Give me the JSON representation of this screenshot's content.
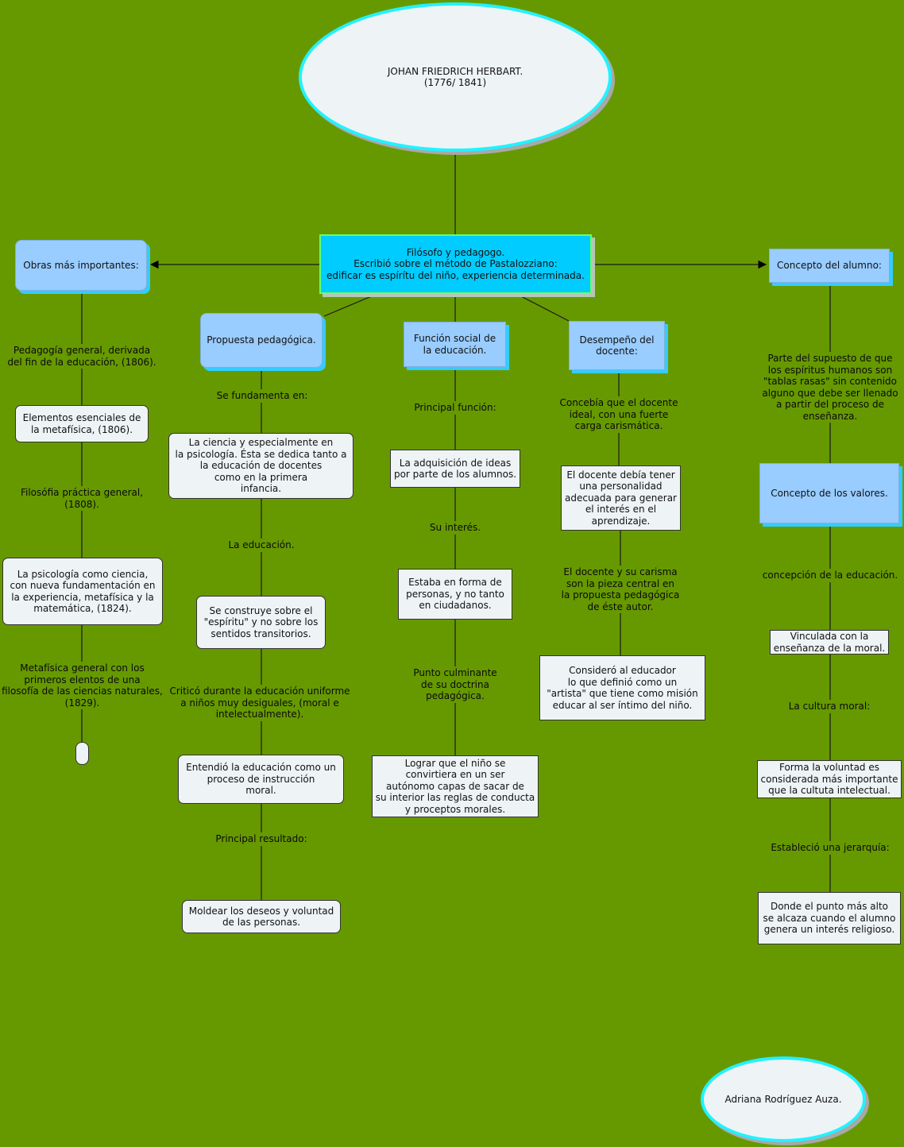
{
  "title": {
    "name": "JOHAN FRIEDRICH HERBART.",
    "years": "(1776/ 1841)"
  },
  "center": "Filósofo y pedagogo.\nEscribió sobre el método de Pastalozziano:\nedificar es espírítu del niño, experiencia determinada.",
  "author": "Adriana Rodríguez Auza.",
  "obras": {
    "header": "Obras más importantes:",
    "label1": "Pedagogía general, derivada\ndel fin de la educación, (1806).",
    "box1": "Elementos esenciales de\nla metafísica, (1806).",
    "label2": "Filosófia práctica general,\n(1808).",
    "box2": "La psicología como ciencia,\ncon nueva fundamentación en\nla experiencia, metafísica y la\nmatemática, (1824).",
    "label3": "Metafísica general con los\nprimeros elentos de una\nfilosofía de las ciencias naturales,\n(1829)."
  },
  "propuesta": {
    "header": "Propuesta pedagógica.",
    "label1": "Se fundamenta en:",
    "box1": "La ciencia y especialmente en\nla psicología. Ésta se dedica tanto a\nla educación de docentes\ncomo en la primera\ninfancia.",
    "label2": "La educación.",
    "box2": "Se construye sobre el\n\"espíritu\" y no sobre los\nsentidos transitorios.",
    "label3": "Criticó durante la educación uniforme\na niños muy desiguales, (moral e\nintelectualmente).",
    "box3": "Entendió la educación como un\nproceso de instrucción\nmoral.",
    "label4": "Principal resultado:",
    "box4": "Moldear los deseos y voluntad\nde las personas."
  },
  "funcion": {
    "header": "Función social de\nla educación.",
    "label1": "Principal función:",
    "box1": "La adquisición de ideas\npor parte de los alumnos.",
    "label2": "Su interés.",
    "box2": "Estaba en forma de\npersonas, y no tanto\nen ciudadanos.",
    "label3": "Punto culminante\nde su doctrina\npedagógica.",
    "box3": "Lograr que el niño se\nconvirtiera en un ser\nautónomo capas de sacar de\nsu interior las reglas de conducta\ny proceptos morales."
  },
  "desempeno": {
    "header": "Desempeño del\ndocente:",
    "label1": "Concebía que el docente\nideal, con una fuerte\ncarga carismática.",
    "box1": "El docente debía tener\nuna personalidad\nadecuada para generar\nel interés en el\naprendizaje.",
    "label2": "El docente y su carisma\nson la pieza central en\nla propuesta pedagógica\nde éste autor.",
    "box2": "Consideró al educador\nlo que definió como un\n\"artista\" que tiene como misión\neducar al ser íntimo del niño."
  },
  "alumno": {
    "header": "Concepto del alumno:",
    "label1": "Parte del supuesto de que\nlos espíritus humanos son\n\"tablas rasas\" sin contenido\nalguno que debe ser llenado\na partir del proceso de\nenseñanza.",
    "box1": "Concepto de los valores.",
    "label2": "concepción de la educación.",
    "box2": "Vinculada con la\nenseñanza de la moral.",
    "label3": "La cultura moral:",
    "box3": "Forma la voluntad es\nconsiderada más importante\nque la cultuta intelectual.",
    "label4": "Estableció una jerarquía:",
    "box4": "Donde el punto más alto\nse alcaza cuando el alumno\ngenera un interés religioso."
  }
}
